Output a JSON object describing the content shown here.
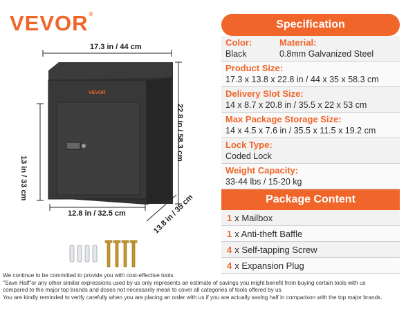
{
  "brand": {
    "logo_text": "VEVOR",
    "trademark": "®"
  },
  "dimensions": {
    "width": "17.3 in / 44 cm",
    "height": "22.8 in / 58.3 cm",
    "door_height": "13 in / 33 cm",
    "bottom_width": "12.8 in / 32.5 cm",
    "depth": "13.8 in / 35 cm"
  },
  "product_badge": "VEVOR",
  "specification": {
    "title": "Specification",
    "color_label": "Color:",
    "color_value": "Black",
    "material_label": "Material:",
    "material_value": "0.8mm Galvanized Steel",
    "rows": [
      {
        "label": "Product Size:",
        "value": "17.3 x 13.8 x 22.8 in / 44 x 35 x 58.3 cm"
      },
      {
        "label": "Delivery Slot Size:",
        "value": "14 x 8.7 x 20.8 in / 35.5  x 22 x 53 cm"
      },
      {
        "label": "Max Package Storage Size:",
        "value": "14 x 4.5 x 7.6 in / 35.5 x 11.5 x 19.2 cm"
      },
      {
        "label": "Lock Type:",
        "value": "Coded Lock"
      },
      {
        "label": "Weight Capacity:",
        "value": "33-44 lbs / 15-20 kg"
      }
    ]
  },
  "package_content": {
    "title": "Package Content",
    "items": [
      {
        "qty": "1",
        "text": "x Mailbox"
      },
      {
        "qty": "1",
        "text": "x Anti-theft Baffle"
      },
      {
        "qty": "4",
        "text": "x Self-tapping Screw"
      },
      {
        "qty": "4",
        "text": "x Expansion Plug"
      }
    ]
  },
  "disclaimer": [
    "We continue to be committed to provide you with cost-effective tools.",
    "\"Save Half\"or any other similar expressions used by us only represents an estimate of savings you might benefit from buying certain tools with us",
    "compared to the major top brands and doses not necessarily mean to cover all categories of tools offered by us.",
    "You are kindly reminded to verify carefully when you are placing an order with us if you are actually saving half in comparison with the top major brands."
  ],
  "colors": {
    "accent": "#f0652a",
    "mailbox": "#3a3a3a"
  }
}
